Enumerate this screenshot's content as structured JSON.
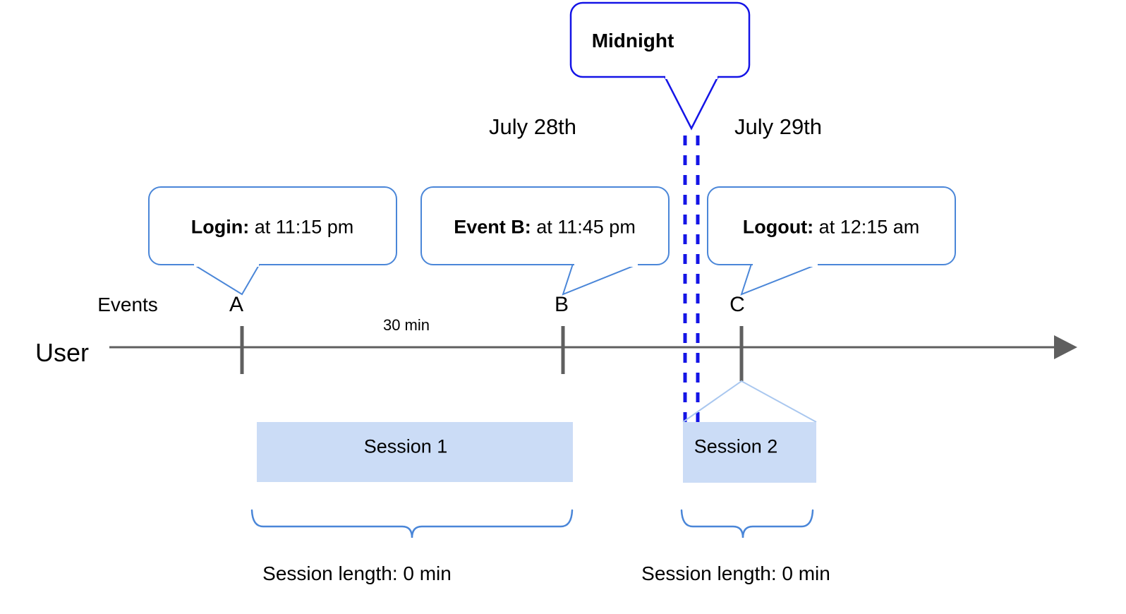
{
  "diagram": {
    "title": "User session timeline across midnight",
    "colors": {
      "callout_border": "#4a86d8",
      "midnight_border": "#1414e6",
      "midnight_dash": "#1414e6",
      "axis": "#5f5f5f",
      "session_fill": "#cbdcf6",
      "session_connector": "#a9c7ef",
      "brace": "#4a86d8",
      "text": "#000000",
      "background": "#ffffff"
    },
    "midnight_callout": {
      "label": "Midnight"
    },
    "dates": [
      {
        "label": "July 28th"
      },
      {
        "label": "July 29th"
      }
    ],
    "event_callouts": [
      {
        "bold": "Login:",
        "rest": " at 11:15 pm"
      },
      {
        "bold": "Event B:",
        "rest": " at 11:45 pm"
      },
      {
        "bold": "Logout:",
        "rest": " at 12:15 am"
      }
    ],
    "axis": {
      "row_label_events": "Events",
      "row_label_user": "User",
      "duration_label": "30 min",
      "markers": [
        {
          "label": "A"
        },
        {
          "label": "B"
        },
        {
          "label": "C"
        }
      ]
    },
    "sessions": [
      {
        "label": "Session 1",
        "length_label": "Session length: 0 min"
      },
      {
        "label": "Session 2",
        "length_label": "Session length: 0 min"
      }
    ]
  }
}
